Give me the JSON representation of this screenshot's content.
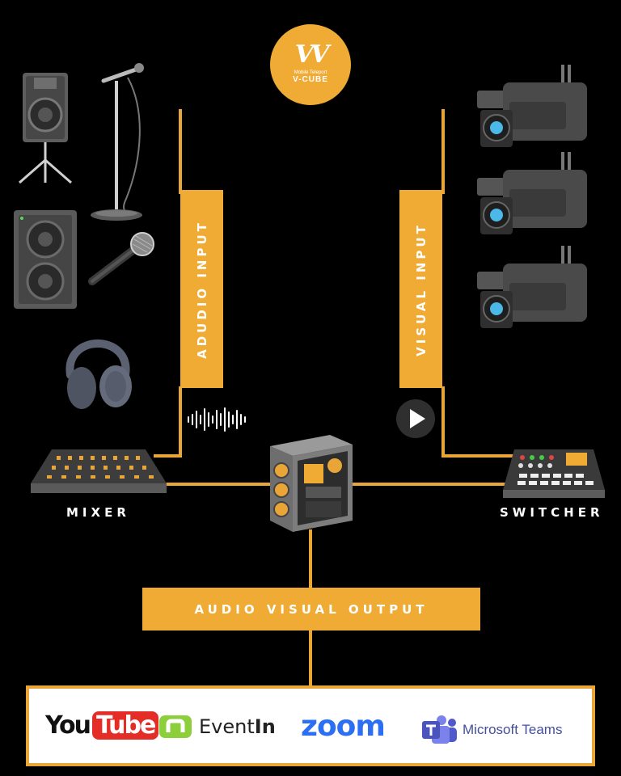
{
  "logo": {
    "mark": "VV",
    "line1": "Mobile Teleport",
    "line2": "V-CUBE"
  },
  "panels": {
    "audio_input": "ADUDIO INPUT",
    "visual_input": "VISUAL INPUT",
    "output": "AUDIO VISUAL OUTPUT"
  },
  "nodes": {
    "mixer": "MIXER",
    "switcher": "SWITCHER"
  },
  "platforms": {
    "youtube_you": "You",
    "youtube_tube": "Tube",
    "eventin_event": "Event",
    "eventin_in": "In",
    "zoom": "zoom",
    "teams": "Microsoft Teams"
  },
  "colors": {
    "accent": "#f0ab35",
    "background": "#000000"
  },
  "icons": [
    "speaker-on-stand-icon",
    "microphone-stand-icon",
    "studio-monitor-icon",
    "handheld-mic-icon",
    "headphones-icon",
    "sound-wave-icon",
    "play-icon",
    "mixer-icon",
    "computer-case-icon",
    "switcher-icon",
    "video-camera-icon"
  ]
}
